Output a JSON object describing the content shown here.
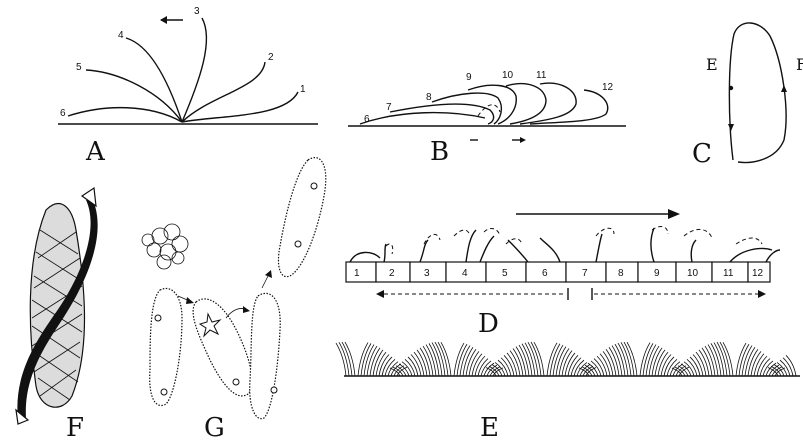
{
  "panels": {
    "A": {
      "label": "A",
      "stroke_numbers": [
        "1",
        "2",
        "3",
        "4",
        "5",
        "6"
      ]
    },
    "B": {
      "label": "B",
      "stroke_numbers": [
        "6",
        "7",
        "8",
        "9",
        "10",
        "11",
        "12"
      ]
    },
    "C": {
      "label": "C",
      "side_labels": [
        "E",
        "F"
      ]
    },
    "D": {
      "label": "D",
      "box_numbers": [
        "1",
        "2",
        "3",
        "4",
        "5",
        "6",
        "7",
        "8",
        "9",
        "10",
        "11",
        "12"
      ]
    },
    "E": {
      "label": "E"
    },
    "F": {
      "label": "F"
    },
    "G": {
      "label": "G"
    }
  },
  "colors": {
    "ink": "#111111",
    "paper": "#ffffff",
    "cell_fill": "#d8d8d8"
  }
}
